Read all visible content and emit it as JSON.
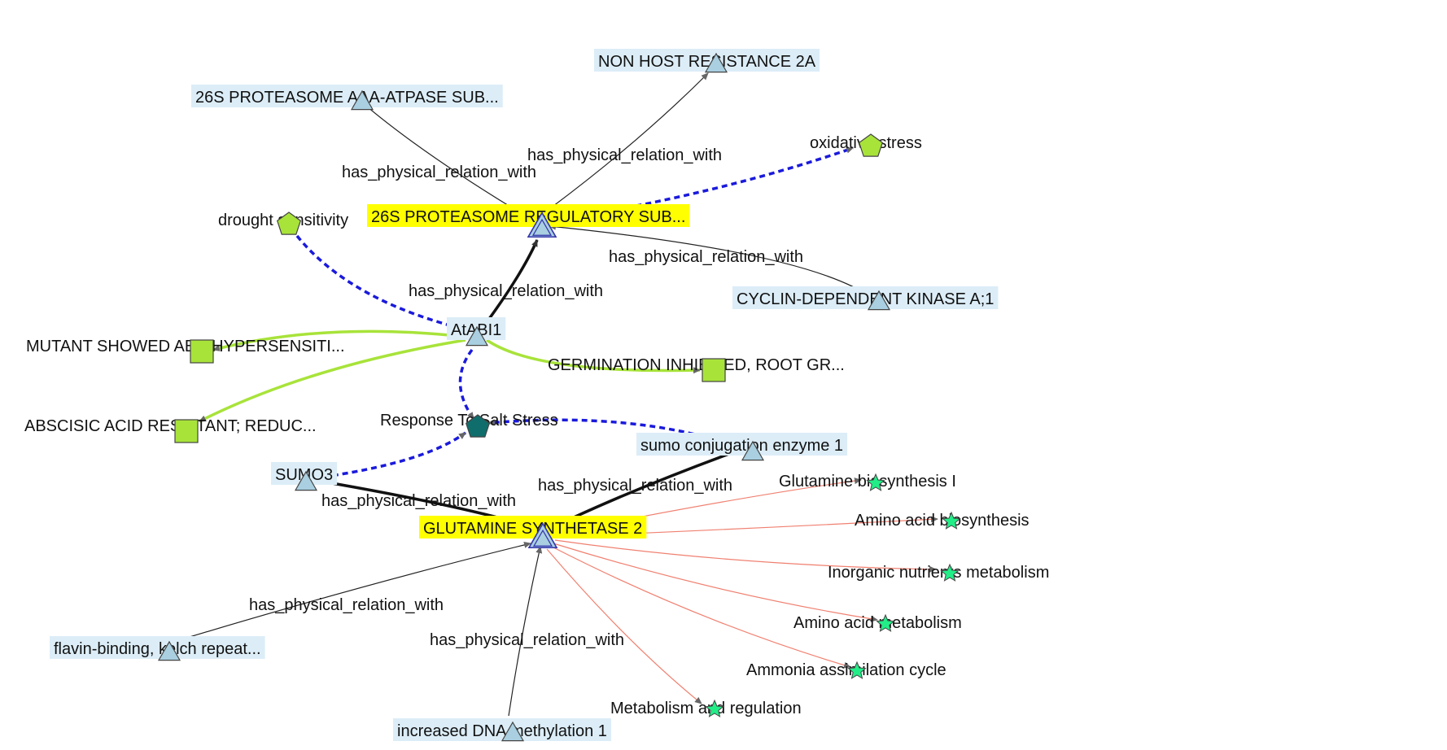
{
  "colors": {
    "label_bg": "#dcedf7",
    "highlight_bg": "#ffff00",
    "gene_node": "#a9cfe0",
    "phenotype_node": "#a8e33a",
    "trait_node": "#a8e33a",
    "salt_stress_node": "#0f6e6b",
    "pathway_node": "#22ee88",
    "physical_edge": "#111111",
    "dashed_edge": "#1a1adc",
    "phenotype_edge": "#a8e33a",
    "pathway_edge": "#f08070",
    "node_border": "#444444"
  },
  "nodes": [
    {
      "id": "nhr2a",
      "label": "NON HOST RESISTANCE 2A",
      "shape": "triangle",
      "style": "box"
    },
    {
      "id": "aaa",
      "label": "26S PROTEASOME AAA-ATPASE SUB...",
      "shape": "triangle",
      "style": "box"
    },
    {
      "id": "ox",
      "label": "oxidative stress",
      "shape": "pentagon",
      "style": "plain"
    },
    {
      "id": "reg",
      "label": "26S PROTEASOME REGULATORY SUB...",
      "shape": "hub",
      "style": "highlight"
    },
    {
      "id": "drought",
      "label": "drought sensitivity",
      "shape": "pentagon",
      "style": "plain"
    },
    {
      "id": "cdk",
      "label": "CYCLIN-DEPENDENT KINASE A;1",
      "shape": "triangle",
      "style": "box"
    },
    {
      "id": "abi1",
      "label": "AtABI1",
      "shape": "triangle",
      "style": "box"
    },
    {
      "id": "mutant",
      "label": "MUTANT SHOWED ABA-HYPERSENSITI...",
      "shape": "square",
      "style": "plain"
    },
    {
      "id": "germ",
      "label": "GERMINATION INHIBITED,  ROOT GR...",
      "shape": "square",
      "style": "plain"
    },
    {
      "id": "absc",
      "label": "ABSCISIC ACID RESISTANT; REDUC...",
      "shape": "square",
      "style": "plain"
    },
    {
      "id": "salt",
      "label": "Response To Salt Stress",
      "shape": "pentagon-dark",
      "style": "plain"
    },
    {
      "id": "sumoce",
      "label": "sumo conjugation enzyme 1",
      "shape": "triangle",
      "style": "box"
    },
    {
      "id": "sumo3",
      "label": "SUMO3",
      "shape": "triangle",
      "style": "box"
    },
    {
      "id": "gs2",
      "label": "GLUTAMINE SYNTHETASE 2",
      "shape": "hub",
      "style": "highlight"
    },
    {
      "id": "glnbio",
      "label": "Glutamine biosynthesis I",
      "shape": "star",
      "style": "plain"
    },
    {
      "id": "aabio",
      "label": "Amino acid biosynthesis",
      "shape": "star",
      "style": "plain"
    },
    {
      "id": "inorg",
      "label": "Inorganic nutrients metabolism",
      "shape": "star",
      "style": "plain"
    },
    {
      "id": "aamet",
      "label": "Amino acid metabolism",
      "shape": "star",
      "style": "plain"
    },
    {
      "id": "ammon",
      "label": "Ammonia assimilation cycle",
      "shape": "star",
      "style": "plain"
    },
    {
      "id": "metreg",
      "label": "Metabolism and regulation",
      "shape": "star",
      "style": "plain"
    },
    {
      "id": "flavin",
      "label": "flavin-binding,  kelch repeat...",
      "shape": "triangle",
      "style": "box"
    },
    {
      "id": "dnameth",
      "label": "increased DNA methylation 1",
      "shape": "triangle",
      "style": "box"
    }
  ],
  "edge_labels": [
    "has_physical_relation_with",
    "has_physical_relation_with",
    "has_physical_relation_with",
    "has_physical_relation_with",
    "has_physical_relation_with",
    "has_physical_relation_with",
    "has_physical_relation_with",
    "has_physical_relation_with"
  ]
}
